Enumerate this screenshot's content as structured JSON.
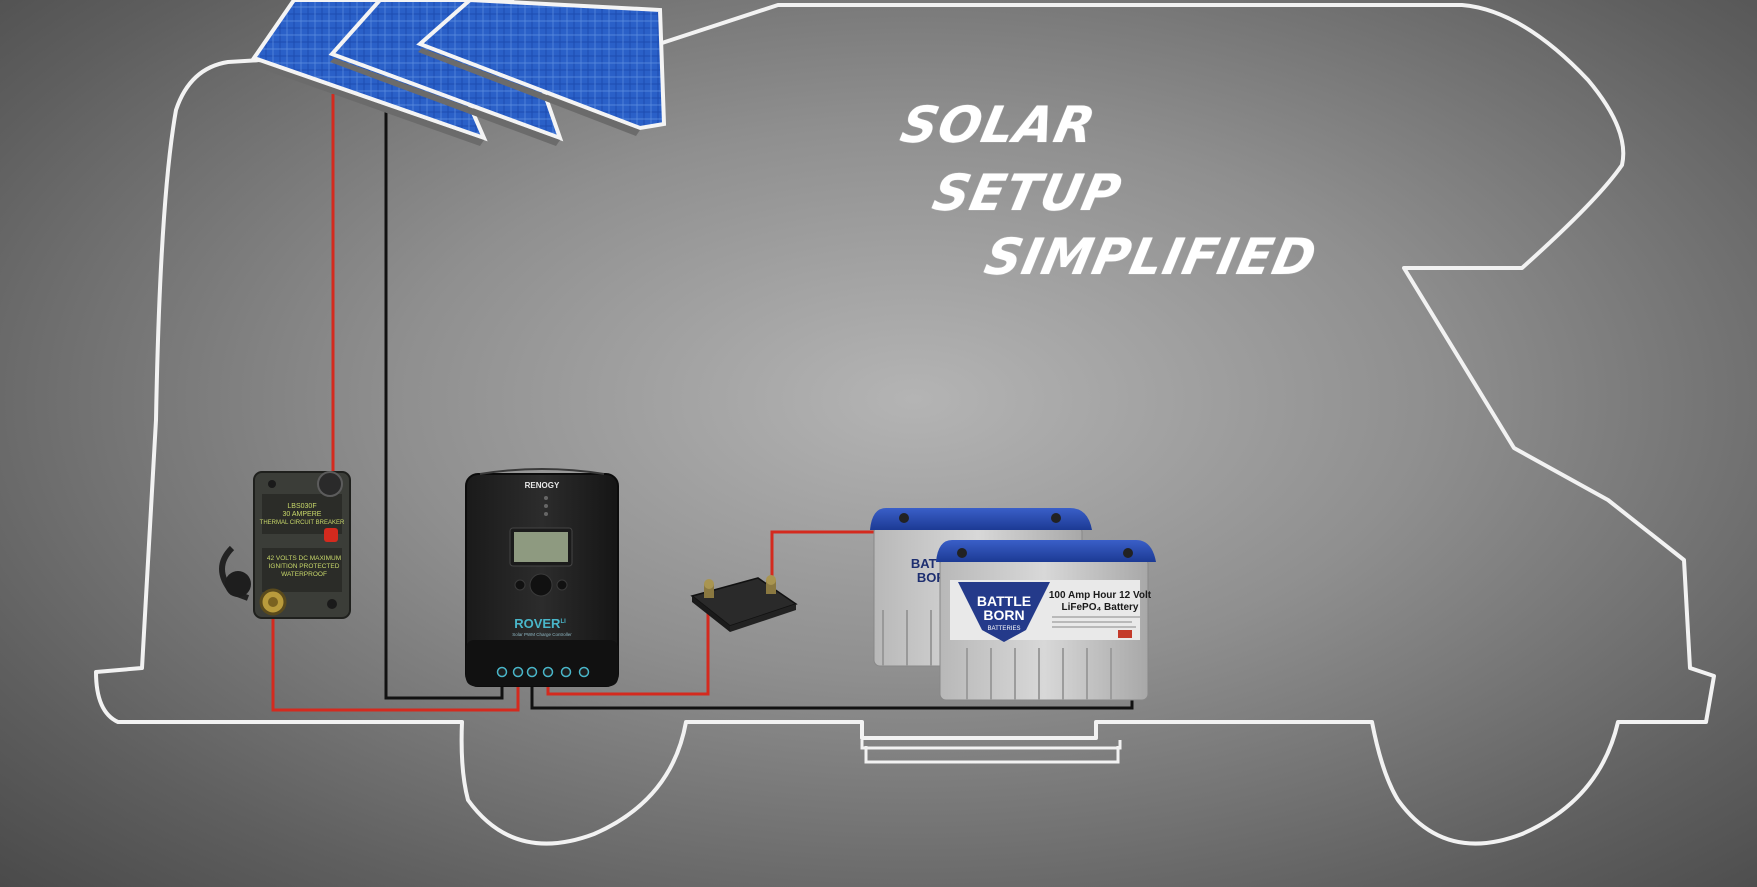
{
  "title": {
    "line1": "Solar",
    "line2": "Setup",
    "line3": "Simplified"
  },
  "breaker": {
    "label_top_1": "LBS030F",
    "label_top_2": "30 AMPERE",
    "label_top_3": "THERMAL CIRCUIT BREAKER",
    "label_bottom_1": "42 VOLTS DC MAXIMUM",
    "label_bottom_2": "IGNITION PROTECTED",
    "label_bottom_3": "WATERPROOF"
  },
  "controller": {
    "brand": "RENOGY",
    "model": "ROVER",
    "model_suffix": "LI",
    "subtitle": "Solar PWM Charge Controller"
  },
  "battery": {
    "brand_line1": "BATTLE",
    "brand_line2": "BORN",
    "brand_line3": "BATTERIES",
    "front_brand_line1": "BATTLE",
    "front_brand_line2": "BORN",
    "spec_line1": "100 Amp Hour 12 Volt",
    "spec_line2": "LiFePO₄ Battery"
  },
  "colors": {
    "positive_wire": "#d42a1e",
    "negative_wire": "#111111",
    "outline": "#f2f2f2",
    "panel_blue": "#1f4fb0",
    "battery_blue": "#2446a6"
  }
}
